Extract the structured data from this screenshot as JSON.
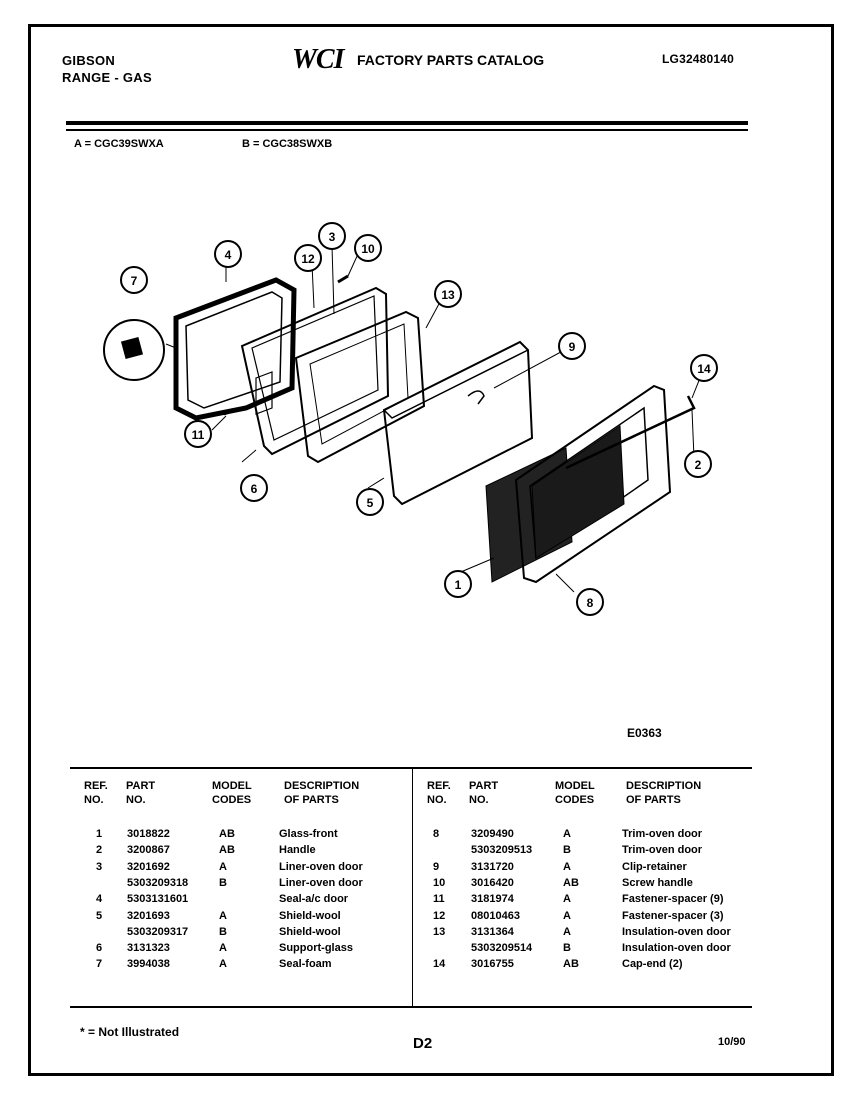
{
  "header": {
    "brand": "GIBSON",
    "category": "RANGE - GAS",
    "logo": "WCI",
    "catalog_title": "FACTORY PARTS CATALOG",
    "catalog_number": "LG32480140"
  },
  "models": {
    "a": "A = CGC39SWXA",
    "b": "B = CGC38SWXB"
  },
  "diagram": {
    "figure_id": "E0363",
    "callouts": [
      "1",
      "2",
      "3",
      "4",
      "5",
      "6",
      "7",
      "8",
      "9",
      "10",
      "11",
      "12",
      "13",
      "14"
    ]
  },
  "table": {
    "headers": {
      "ref": [
        "REF.",
        "NO."
      ],
      "part": [
        "PART",
        "NO."
      ],
      "model": [
        "MODEL",
        "CODES"
      ],
      "desc": [
        "DESCRIPTION",
        "OF PARTS"
      ]
    },
    "left_rows": [
      {
        "ref": "1",
        "part": "3018822",
        "model": "AB",
        "desc": "Glass-front"
      },
      {
        "ref": "2",
        "part": "3200867",
        "model": "AB",
        "desc": "Handle"
      },
      {
        "ref": "3",
        "part": "3201692",
        "model": "A",
        "desc": "Liner-oven door"
      },
      {
        "ref": "",
        "part": "5303209318",
        "model": "B",
        "desc": "Liner-oven door"
      },
      {
        "ref": "4",
        "part": "5303131601",
        "model": "",
        "desc": "Seal-a/c door"
      },
      {
        "ref": "5",
        "part": "3201693",
        "model": "A",
        "desc": "Shield-wool"
      },
      {
        "ref": "",
        "part": "5303209317",
        "model": "B",
        "desc": "Shield-wool"
      },
      {
        "ref": "6",
        "part": "3131323",
        "model": "A",
        "desc": "Support-glass"
      },
      {
        "ref": "7",
        "part": "3994038",
        "model": "A",
        "desc": "Seal-foam"
      }
    ],
    "right_rows": [
      {
        "ref": "8",
        "part": "3209490",
        "model": "A",
        "desc": "Trim-oven door"
      },
      {
        "ref": "",
        "part": "5303209513",
        "model": "B",
        "desc": "Trim-oven door"
      },
      {
        "ref": "9",
        "part": "3131720",
        "model": "A",
        "desc": "Clip-retainer"
      },
      {
        "ref": "10",
        "part": "3016420",
        "model": "AB",
        "desc": "Screw handle"
      },
      {
        "ref": "11",
        "part": "3181974",
        "model": "A",
        "desc": "Fastener-spacer (9)"
      },
      {
        "ref": "12",
        "part": "08010463",
        "model": "A",
        "desc": "Fastener-spacer (3)"
      },
      {
        "ref": "13",
        "part": "3131364",
        "model": "A",
        "desc": "Insulation-oven door"
      },
      {
        "ref": "",
        "part": "5303209514",
        "model": "B",
        "desc": "Insulation-oven door"
      },
      {
        "ref": "14",
        "part": "3016755",
        "model": "AB",
        "desc": "Cap-end (2)"
      }
    ]
  },
  "footer": {
    "note": "* = Not Illustrated",
    "page": "D2",
    "date": "10/90"
  }
}
